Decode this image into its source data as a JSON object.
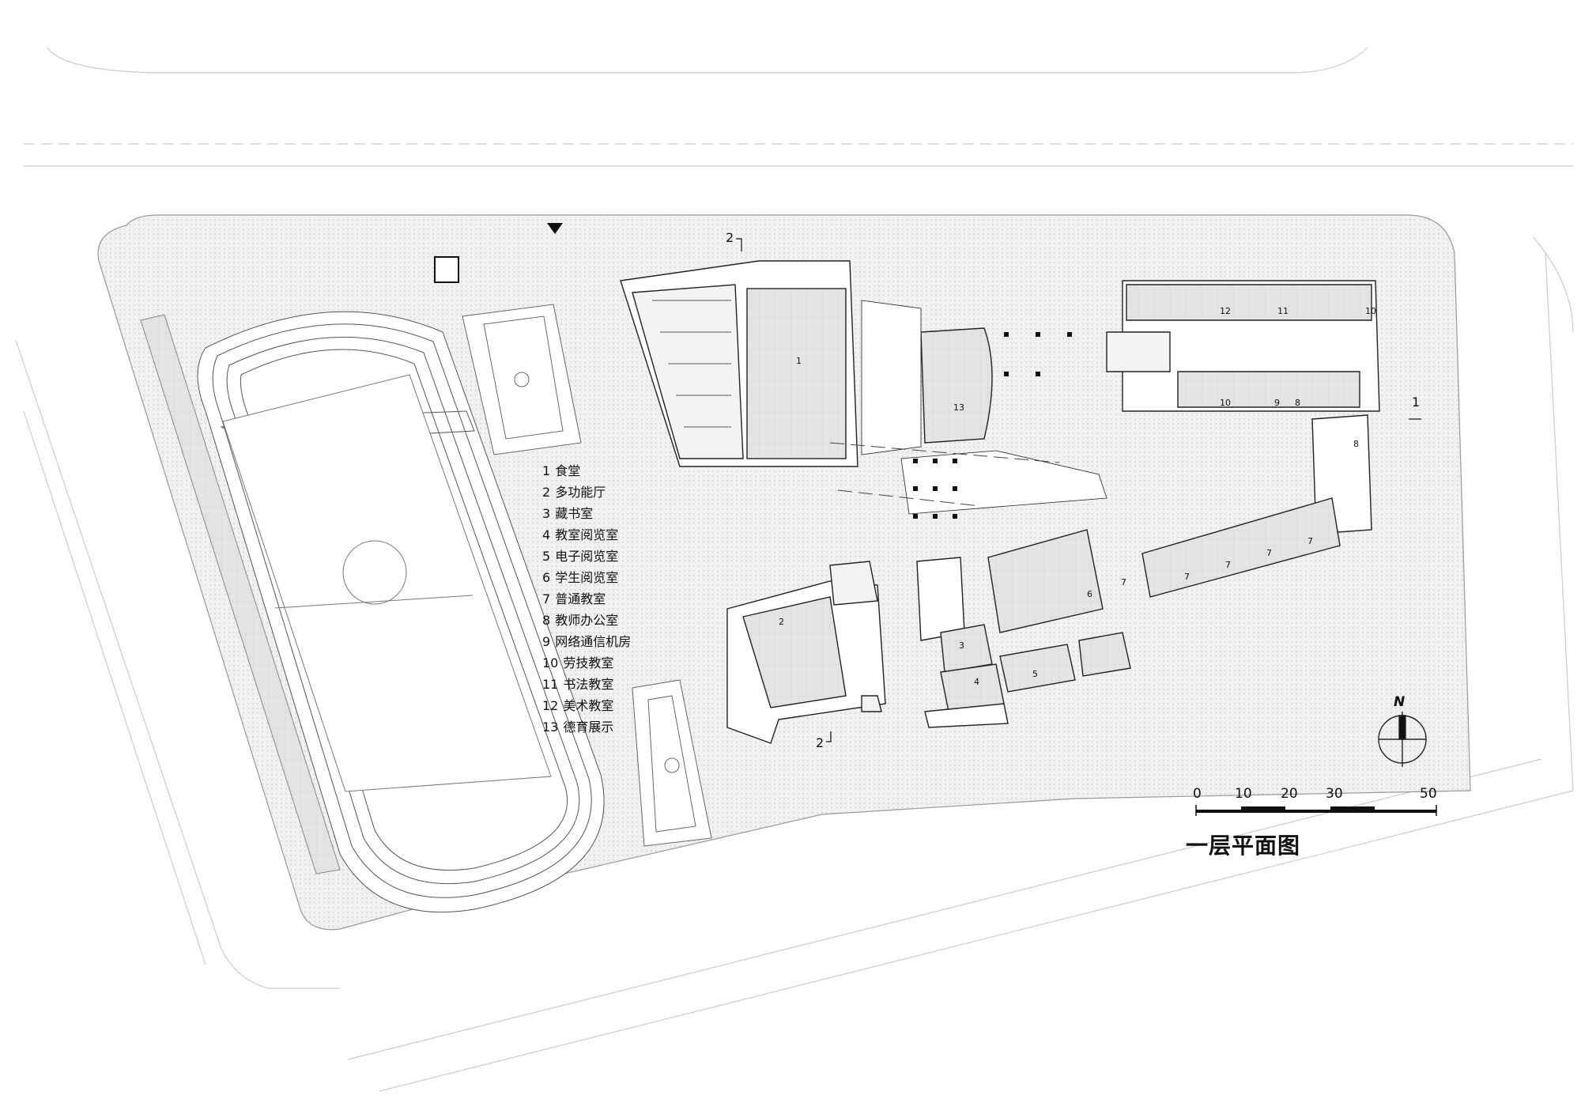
{
  "legend": [
    {
      "num": "1",
      "label": "食堂"
    },
    {
      "num": "2",
      "label": "多功能厅"
    },
    {
      "num": "3",
      "label": "藏书室"
    },
    {
      "num": "4",
      "label": "教室阅览室"
    },
    {
      "num": "5",
      "label": "电子阅览室"
    },
    {
      "num": "6",
      "label": "学生阅览室"
    },
    {
      "num": "7",
      "label": "普通教室"
    },
    {
      "num": "8",
      "label": "教师办公室"
    },
    {
      "num": "9",
      "label": "网络通信机房"
    },
    {
      "num": "10",
      "label": "劳技教室"
    },
    {
      "num": "11",
      "label": "书法教室"
    },
    {
      "num": "12",
      "label": "美术教室"
    },
    {
      "num": "13",
      "label": "德育展示"
    }
  ],
  "drawing_title": "一层平面图",
  "north": "N",
  "scale_bar": [
    "0",
    "10",
    "20",
    "30",
    "50"
  ],
  "section_marks": {
    "a": "2",
    "b": "2",
    "c": "1"
  },
  "room_labels": {
    "r1": "1",
    "r2": "2",
    "r3": "3",
    "r4": "4",
    "r5": "5",
    "r6": "6",
    "r7a": "7",
    "r7b": "7",
    "r7c": "7",
    "r7d": "7",
    "r7e": "7",
    "r8a": "8",
    "r8b": "8",
    "r9": "9",
    "r10a": "10",
    "r10b": "10",
    "r11": "11",
    "r12": "12",
    "r13": "13"
  },
  "colors": {
    "line": "#222222",
    "light": "#bbbbbb",
    "hatch": "#e6e6e6",
    "room": "#dddddd"
  }
}
